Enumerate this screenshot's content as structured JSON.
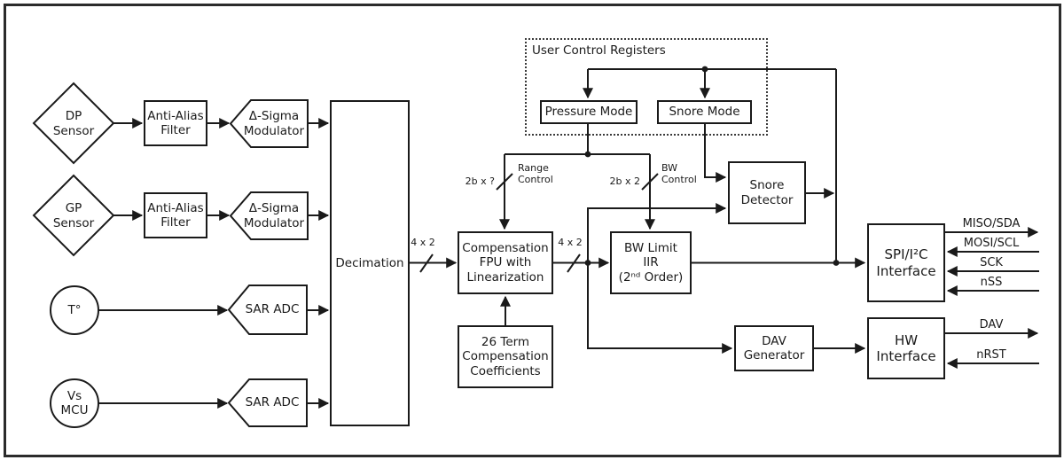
{
  "diagram": {
    "colors": {
      "line": "#1a1a1a",
      "background": "#ffffff",
      "frame": "#2b2b2b"
    },
    "nodes": {
      "dp_sensor": {
        "label": "DP\nSensor"
      },
      "gp_sensor": {
        "label": "GP\nSensor"
      },
      "temp_sensor": {
        "label": "T°"
      },
      "vs_mcu": {
        "label": "Vs\nMCU"
      },
      "anti_alias_1": {
        "label": "Anti-Alias\nFilter"
      },
      "anti_alias_2": {
        "label": "Anti-Alias\nFilter"
      },
      "delta_sigma_1": {
        "label": "Δ-Sigma\nModulator"
      },
      "delta_sigma_2": {
        "label": "Δ-Sigma\nModulator"
      },
      "sar_adc_1": {
        "label": "SAR ADC"
      },
      "sar_adc_2": {
        "label": "SAR ADC"
      },
      "decimation": {
        "label": "Decimation"
      },
      "comp_fpu": {
        "label": "Compensation\nFPU with\nLinearization"
      },
      "coefficients": {
        "label": "26 Term\nCompensation\nCoefficients"
      },
      "bw_iir": {
        "label": "BW Limit\nIIR\n(2ⁿᵈ Order)"
      },
      "snore_detector": {
        "label": "Snore\nDetector"
      },
      "dav_generator": {
        "label": "DAV\nGenerator"
      },
      "spi_interface": {
        "label": "SPI/I²C\nInterface"
      },
      "hw_interface": {
        "label": "HW\nInterface"
      },
      "user_control_registers": {
        "label": "User Control Registers"
      },
      "pressure_mode": {
        "label": "Pressure Mode"
      },
      "snore_mode": {
        "label": "Snore Mode"
      }
    },
    "bus_labels": {
      "dec_to_fpu": "4 x 2",
      "fpu_to_iir": "4 x 2",
      "range_bits": "2b x ?",
      "range_ctl": "Range\nControl",
      "bw_bits": "2b x 2",
      "bw_ctl": "BW\nControl"
    },
    "pins": {
      "miso": "MISO/SDA",
      "mosi": "MOSI/SCL",
      "sck": "SCK",
      "nss": "nSS",
      "dav": "DAV",
      "nrst": "nRST"
    }
  }
}
